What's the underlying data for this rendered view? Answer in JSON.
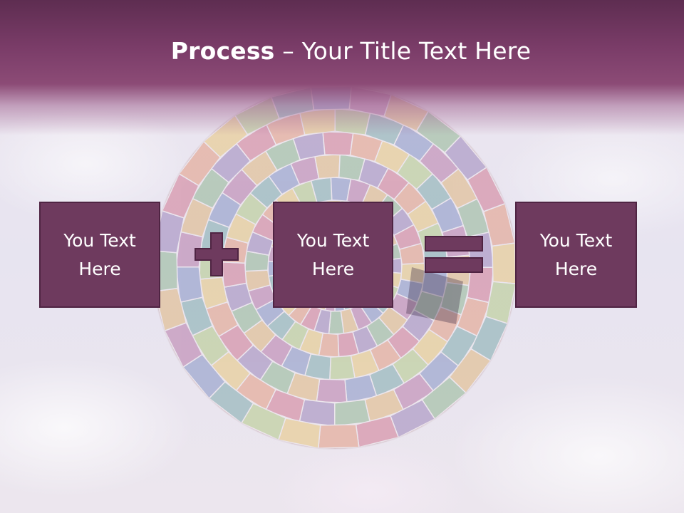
{
  "slide": {
    "title_bold": "Process",
    "title_rest": " – Your Title Text Here",
    "boxes": [
      {
        "text": "You Text Here"
      },
      {
        "text": "You Text Here"
      },
      {
        "text": "You Text Here"
      }
    ],
    "operators": [
      "plus-icon",
      "equals-icon"
    ]
  },
  "colors": {
    "header": "#7a3c68",
    "box_fill": "#6e3a5e",
    "box_border": "#4f2443",
    "operator": "#6e3a5e"
  }
}
